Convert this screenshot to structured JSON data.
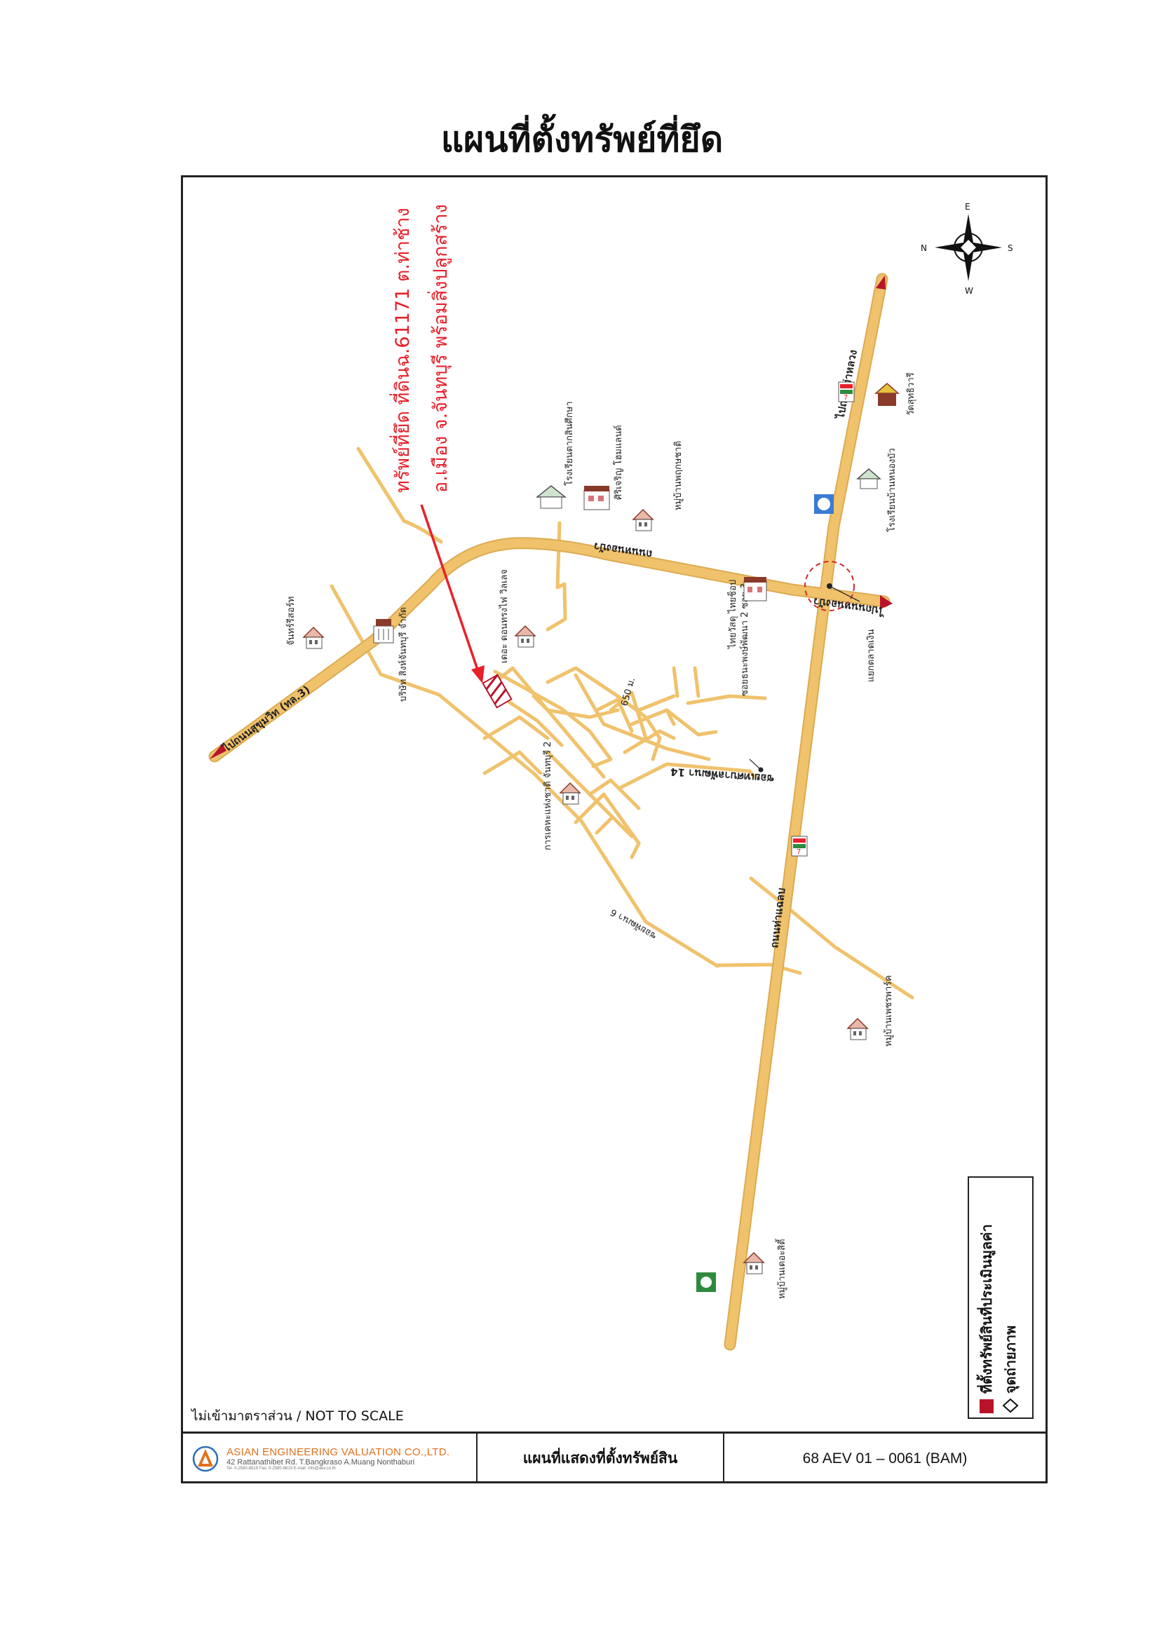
{
  "page_title": "แผนที่ตั้งทรัพย์ที่ยึด",
  "target_note": {
    "line1": "ทรัพย์ที่ยึด ที่ดินฉ.61171 ต.ท่าช้าง",
    "line2": "อ.เมือง จ.จันทบุรี พร้อมสิ่งปลูกสร้าง"
  },
  "compass": {
    "north": "N",
    "east": "E",
    "south": "S",
    "west": "W"
  },
  "road_labels": {
    "to_sukhumvit": "ไปถนนสุขุมวิท (ทล.3)",
    "to_tha_luang": "ไปถนนท่าหลวง",
    "to_nong_bua": "ไปถนนหนองบัว",
    "nong_bua_road": "ถนนหนองบัว",
    "tha_chalaep_road": "ถนนท่าแฉลบ",
    "intersection": "แยกตลาดเงิน",
    "soi_community_1": "ซอยเทศบาลพัฒนา 14",
    "soi_community_2": "ซอยพัฒนา 6",
    "soi_tanon": "ซอยธนะพงษ์พัฒนา 2 ซอย 3",
    "distance": "650 ม."
  },
  "landmarks": {
    "chan_resort": "จันทร์รีสอร์ท",
    "chan_singh": "บริษัท สิงห์จันทบุรี จำกัด",
    "condo": "เดอะ ดอนทรงไฟ วิลเลจ",
    "school": "โรงเรียนตากสินศึกษา",
    "sirichan_home": "ศิริเจริญ โฮมแลนด์",
    "village_1": "หมู่บ้านพฤกษชาติ",
    "temple": "วัดสุทธิวารี",
    "nong_bua_school": "โรงเรียนบ้านหนองบัว",
    "thai_shop": "ไทยวัสดุ ไทยช็อป",
    "housing": "การเคหะแห่งชาติ จันทบุรี 2",
    "village_park": "หมู่บ้านเพชรพาร์ค",
    "village_late": "หมู่บ้านเดอะสิตี้"
  },
  "legend": {
    "item1": "ที่ตั้งทรัพย์สินที่ประเมินมูลค่า",
    "item2": "จุดถ่ายภาพ"
  },
  "scale_note": "ไม่เข้ามาตราส่วน  /  NOT TO SCALE",
  "footer": {
    "company_name": "ASIAN ENGINEERING VALUATION CO.,LTD.",
    "company_address": "42 Rattanathibet Rd. T.Bangkraso A.Muang  Nonthaburi",
    "company_contact": "Tel. 0-2580-8819   Fax. 0-2580-8819   E-mail: info@aev.co.th",
    "map_caption": "แผนที่แสดงที่ตั้งทรัพย์สิน",
    "reference": "68 AEV 01 – 0061 (BAM)"
  },
  "colors": {
    "road": "#f0c26c",
    "road_edge": "#dcab52",
    "arrow": "#e8202a",
    "marker": "#b7142a"
  }
}
